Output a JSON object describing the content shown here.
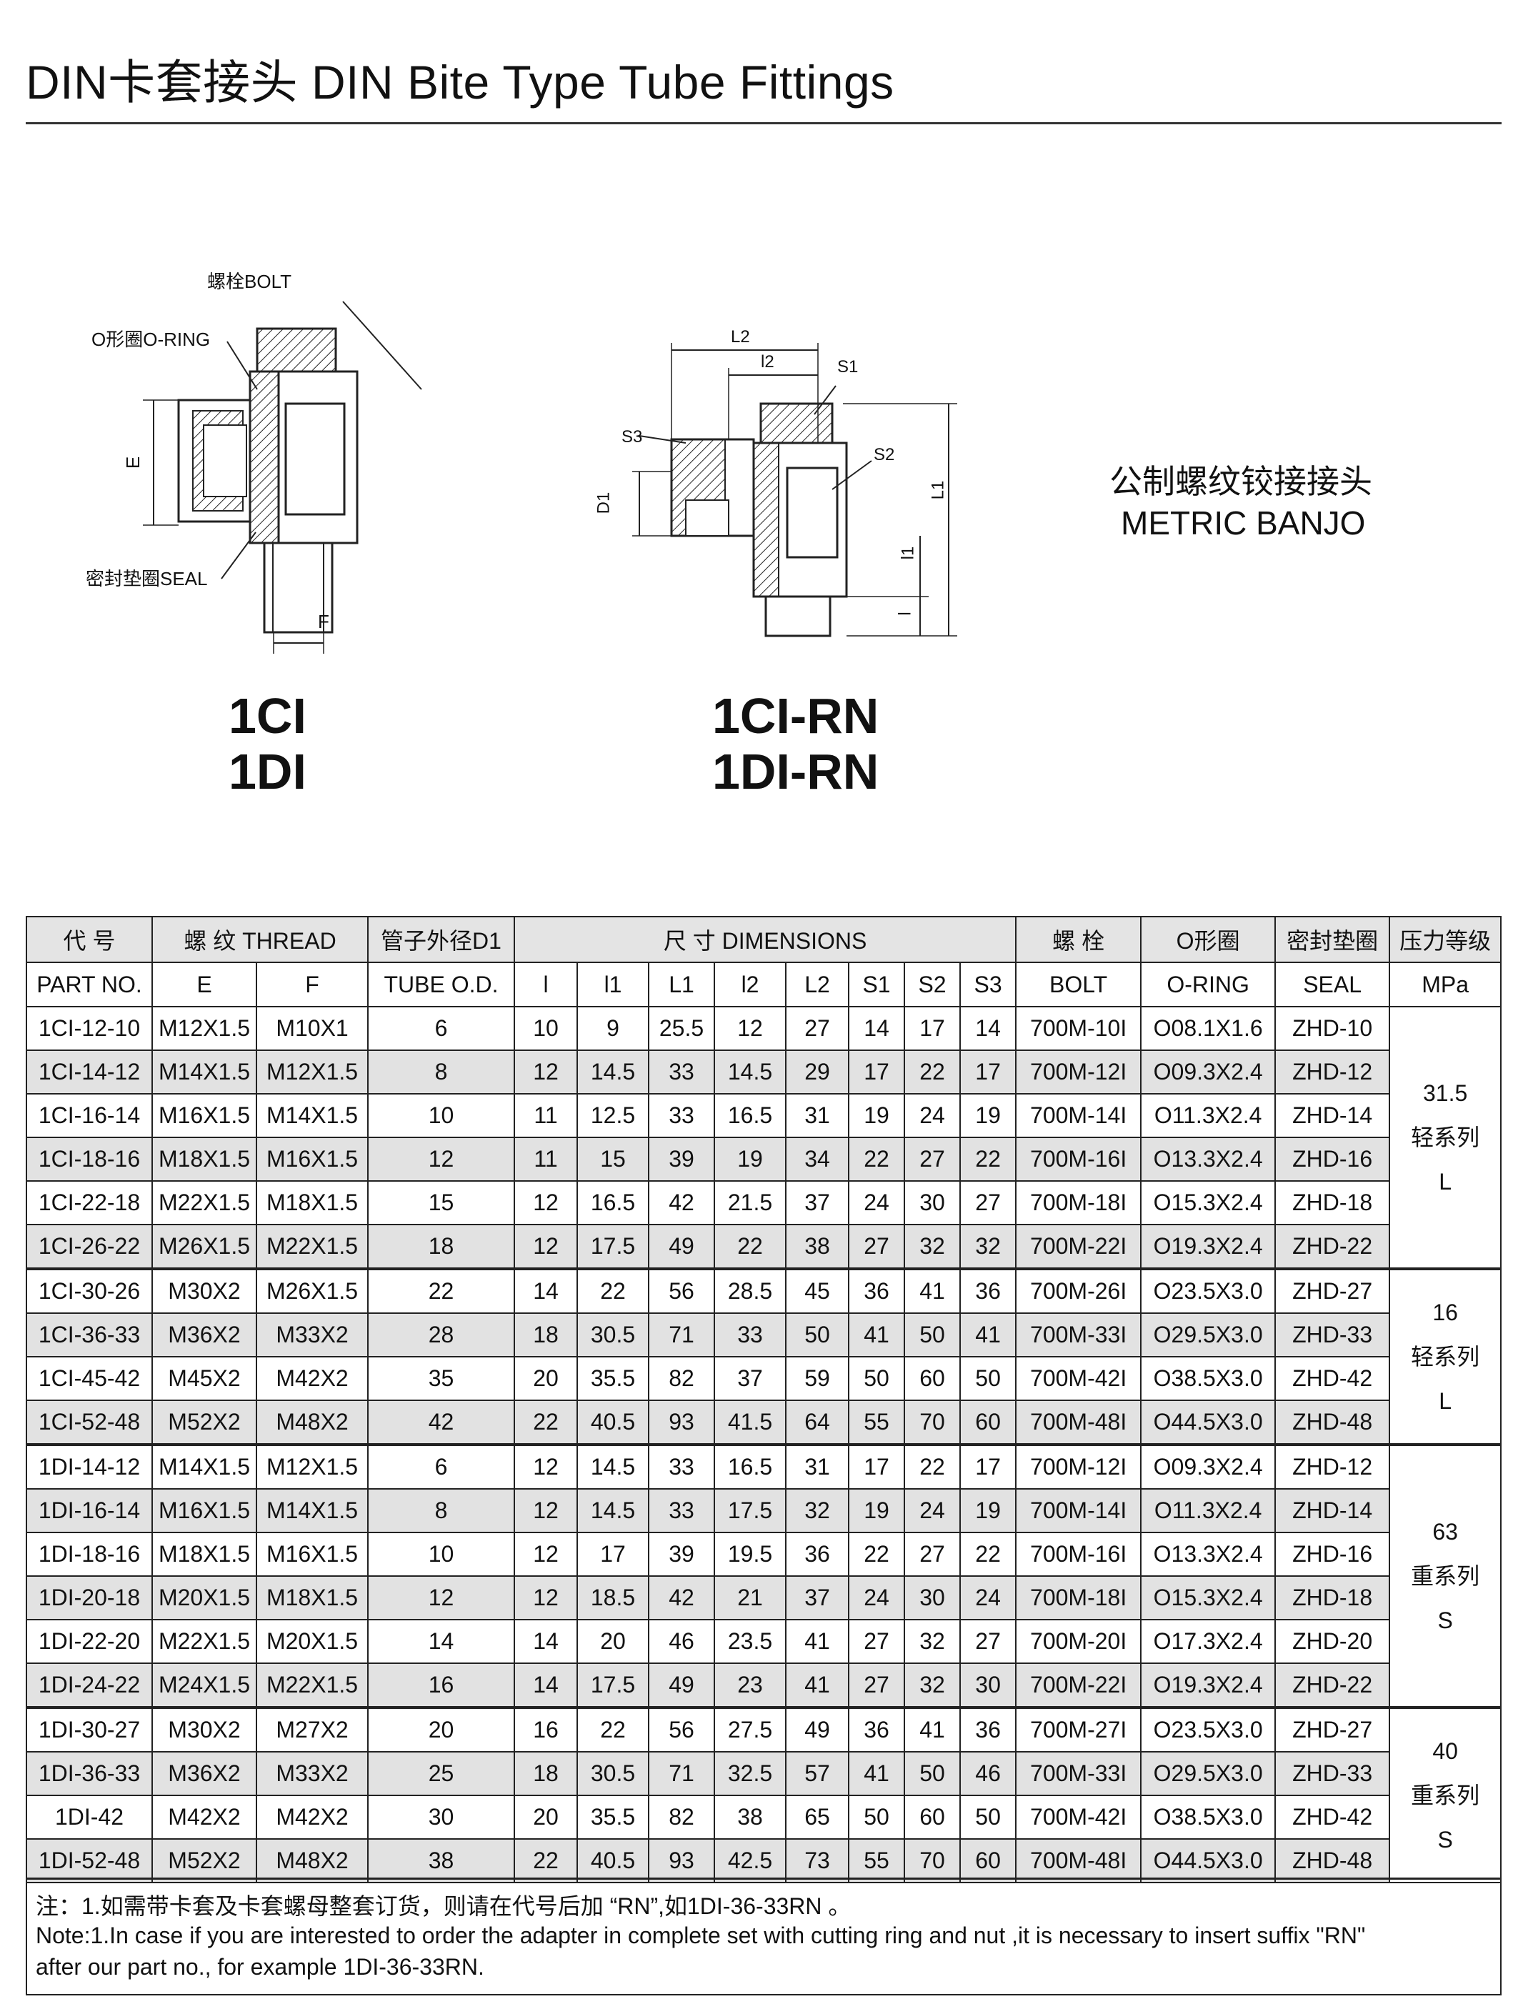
{
  "title": "DIN卡套接头  DIN Bite Type Tube Fittings",
  "drawing_left": {
    "labels": [
      "螺栓BOLT",
      "O形圈O-RING",
      "密封垫圈SEAL",
      "E",
      "F"
    ],
    "models": [
      "1CI",
      "1DI"
    ]
  },
  "drawing_right": {
    "labels": [
      "L2",
      "l2",
      "S1",
      "S3",
      "S2",
      "D1",
      "L1",
      "l1",
      "l"
    ],
    "models": [
      "1CI-RN",
      "1DI-RN"
    ]
  },
  "banjo": {
    "cn": "公制螺纹铰接接头",
    "en": "METRIC BANJO"
  },
  "table": {
    "header_top": {
      "code_cn": "代    号",
      "thread": "螺  纹    THREAD",
      "tube_cn": "管子外径D1",
      "dims": "尺      寸      DIMENSIONS",
      "bolt_cn": "螺  栓",
      "oring_cn": "O形圈",
      "seal_cn": "密封垫圈",
      "pressure_cn": "压力等级"
    },
    "header_bottom": {
      "part_no": "PART  NO.",
      "e": "E",
      "f": "F",
      "tube_od": "TUBE O.D.",
      "l": "l",
      "l1": "l1",
      "L1": "L1",
      "l2": "l2",
      "L2": "L2",
      "s1": "S1",
      "s2": "S2",
      "s3": "S3",
      "bolt": "BOLT",
      "oring": "O-RING",
      "seal": "SEAL",
      "mpa": "MPa"
    },
    "rows": [
      [
        "1CI-12-10",
        "M12X1.5",
        "M10X1",
        "6",
        "10",
        "9",
        "25.5",
        "12",
        "27",
        "14",
        "17",
        "14",
        "700M-10I",
        "O08.1X1.6",
        "ZHD-10"
      ],
      [
        "1CI-14-12",
        "M14X1.5",
        "M12X1.5",
        "8",
        "12",
        "14.5",
        "33",
        "14.5",
        "29",
        "17",
        "22",
        "17",
        "700M-12I",
        "O09.3X2.4",
        "ZHD-12"
      ],
      [
        "1CI-16-14",
        "M16X1.5",
        "M14X1.5",
        "10",
        "11",
        "12.5",
        "33",
        "16.5",
        "31",
        "19",
        "24",
        "19",
        "700M-14I",
        "O11.3X2.4",
        "ZHD-14"
      ],
      [
        "1CI-18-16",
        "M18X1.5",
        "M16X1.5",
        "12",
        "11",
        "15",
        "39",
        "19",
        "34",
        "22",
        "27",
        "22",
        "700M-16I",
        "O13.3X2.4",
        "ZHD-16"
      ],
      [
        "1CI-22-18",
        "M22X1.5",
        "M18X1.5",
        "15",
        "12",
        "16.5",
        "42",
        "21.5",
        "37",
        "24",
        "30",
        "27",
        "700M-18I",
        "O15.3X2.4",
        "ZHD-18"
      ],
      [
        "1CI-26-22",
        "M26X1.5",
        "M22X1.5",
        "18",
        "12",
        "17.5",
        "49",
        "22",
        "38",
        "27",
        "32",
        "32",
        "700M-22I",
        "O19.3X2.4",
        "ZHD-22"
      ],
      [
        "1CI-30-26",
        "M30X2",
        "M26X1.5",
        "22",
        "14",
        "22",
        "56",
        "28.5",
        "45",
        "36",
        "41",
        "36",
        "700M-26I",
        "O23.5X3.0",
        "ZHD-27"
      ],
      [
        "1CI-36-33",
        "M36X2",
        "M33X2",
        "28",
        "18",
        "30.5",
        "71",
        "33",
        "50",
        "41",
        "50",
        "41",
        "700M-33I",
        "O29.5X3.0",
        "ZHD-33"
      ],
      [
        "1CI-45-42",
        "M45X2",
        "M42X2",
        "35",
        "20",
        "35.5",
        "82",
        "37",
        "59",
        "50",
        "60",
        "50",
        "700M-42I",
        "O38.5X3.0",
        "ZHD-42"
      ],
      [
        "1CI-52-48",
        "M52X2",
        "M48X2",
        "42",
        "22",
        "40.5",
        "93",
        "41.5",
        "64",
        "55",
        "70",
        "60",
        "700M-48I",
        "O44.5X3.0",
        "ZHD-48"
      ],
      [
        "1DI-14-12",
        "M14X1.5",
        "M12X1.5",
        "6",
        "12",
        "14.5",
        "33",
        "16.5",
        "31",
        "17",
        "22",
        "17",
        "700M-12I",
        "O09.3X2.4",
        "ZHD-12"
      ],
      [
        "1DI-16-14",
        "M16X1.5",
        "M14X1.5",
        "8",
        "12",
        "14.5",
        "33",
        "17.5",
        "32",
        "19",
        "24",
        "19",
        "700M-14I",
        "O11.3X2.4",
        "ZHD-14"
      ],
      [
        "1DI-18-16",
        "M18X1.5",
        "M16X1.5",
        "10",
        "12",
        "17",
        "39",
        "19.5",
        "36",
        "22",
        "27",
        "22",
        "700M-16I",
        "O13.3X2.4",
        "ZHD-16"
      ],
      [
        "1DI-20-18",
        "M20X1.5",
        "M18X1.5",
        "12",
        "12",
        "18.5",
        "42",
        "21",
        "37",
        "24",
        "30",
        "24",
        "700M-18I",
        "O15.3X2.4",
        "ZHD-18"
      ],
      [
        "1DI-22-20",
        "M22X1.5",
        "M20X1.5",
        "14",
        "14",
        "20",
        "46",
        "23.5",
        "41",
        "27",
        "32",
        "27",
        "700M-20I",
        "O17.3X2.4",
        "ZHD-20"
      ],
      [
        "1DI-24-22",
        "M24X1.5",
        "M22X1.5",
        "16",
        "14",
        "17.5",
        "49",
        "23",
        "41",
        "27",
        "32",
        "30",
        "700M-22I",
        "O19.3X2.4",
        "ZHD-22"
      ],
      [
        "1DI-30-27",
        "M30X2",
        "M27X2",
        "20",
        "16",
        "22",
        "56",
        "27.5",
        "49",
        "36",
        "41",
        "36",
        "700M-27I",
        "O23.5X3.0",
        "ZHD-27"
      ],
      [
        "1DI-36-33",
        "M36X2",
        "M33X2",
        "25",
        "18",
        "30.5",
        "71",
        "32.5",
        "57",
        "41",
        "50",
        "46",
        "700M-33I",
        "O29.5X3.0",
        "ZHD-33"
      ],
      [
        "1DI-42",
        "M42X2",
        "M42X2",
        "30",
        "20",
        "35.5",
        "82",
        "38",
        "65",
        "50",
        "60",
        "50",
        "700M-42I",
        "O38.5X3.0",
        "ZHD-42"
      ],
      [
        "1DI-52-48",
        "M52X2",
        "M48X2",
        "38",
        "22",
        "40.5",
        "93",
        "42.5",
        "73",
        "55",
        "70",
        "60",
        "700M-48I",
        "O44.5X3.0",
        "ZHD-48"
      ]
    ],
    "pressure_groups": [
      {
        "mpa": "31.5",
        "series_cn": "轻系列",
        "series": "L"
      },
      {
        "mpa": "16",
        "series_cn": "轻系列",
        "series": "L"
      },
      {
        "mpa": "63",
        "series_cn": "重系列",
        "series": "S"
      },
      {
        "mpa": "40",
        "series_cn": "重系列",
        "series": "S"
      }
    ]
  },
  "notes": {
    "cn": "注：1.如需带卡套及卡套螺母整套订货，则请在代号后加  “RN”,如1DI-36-33RN 。",
    "en1": "Note:1.In case if you are interested to order the adapter in complete set with cutting ring and nut ,it is necessary to insert suffix     \"RN\"",
    "en2": "after our part no., for example 1DI-36-33RN."
  }
}
